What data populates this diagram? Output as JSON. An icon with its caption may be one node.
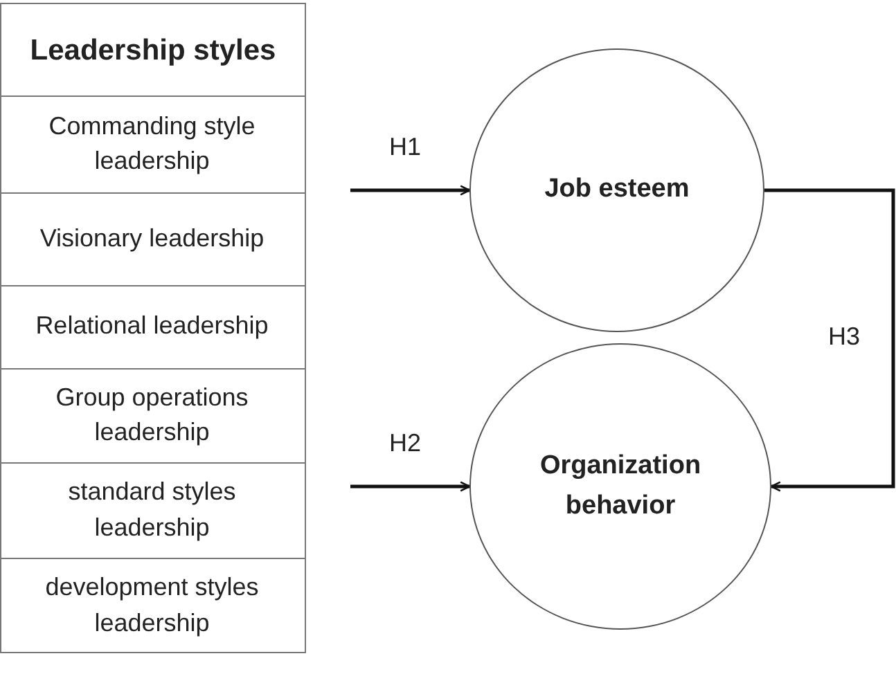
{
  "diagram": {
    "nodes": [
      {
        "text": [
          "Leadership styles"
        ]
      },
      {
        "text": [
          "Commanding style leadership"
        ],
        "in": 0
      },
      {
        "text": [
          "Visionary leadership"
        ],
        "in": 0
      },
      {
        "text": [
          "Relational leadership"
        ],
        "in": 0
      },
      {
        "text": [
          "Group operations leadership"
        ],
        "in": 0
      },
      {
        "text": [
          "standard styles leadership"
        ],
        "in": 0
      },
      {
        "text": [
          "development styles leadership"
        ],
        "in": 0
      },
      {
        "text": [
          "Job esteem"
        ]
      },
      {
        "text": [
          "Organization behavior"
        ]
      }
    ],
    "edges": [
      {
        "from": null,
        "to": 7,
        "arrow": "to",
        "label": "H1"
      },
      {
        "from": null,
        "to": 8,
        "arrow": "to",
        "label": "H2"
      },
      {
        "from": 7,
        "to": 8,
        "arrow": "to",
        "label": "H3"
      }
    ]
  }
}
